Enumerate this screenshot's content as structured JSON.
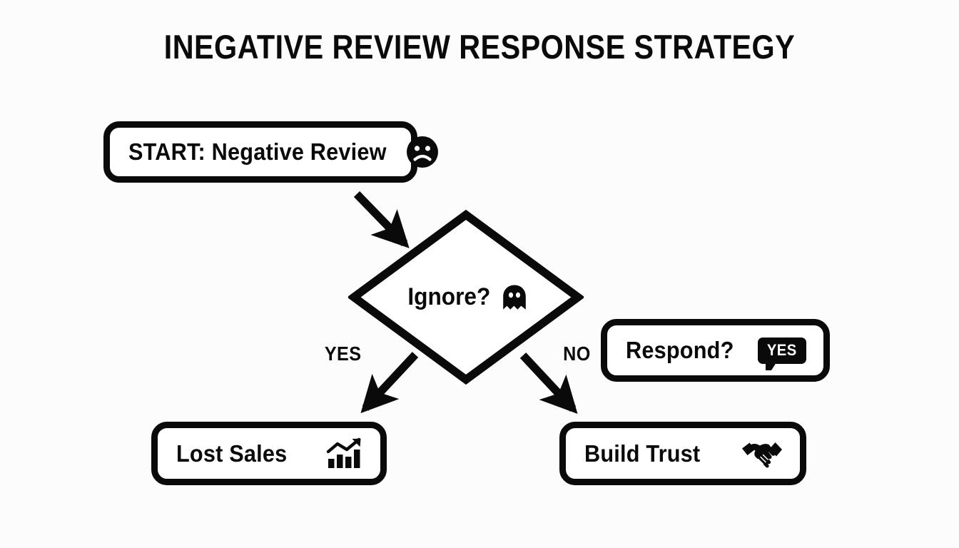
{
  "title": "INEGATIVE REVIEW RESPONSE STRATEGY",
  "theme": {
    "background": "#fcfcfd",
    "stroke": "#0a0a0a",
    "node_fill": "#ffffff",
    "badge_text": "#ffffff"
  },
  "nodes": {
    "start": {
      "label": "START: Negative Review",
      "icon": "frowning-face-icon",
      "shape": "rounded-rectangle"
    },
    "decision": {
      "label": "Ignore?",
      "icon": "ghost-icon",
      "shape": "diamond"
    },
    "lost_sales": {
      "label": "Lost Sales",
      "icon": "chart-increasing-icon",
      "shape": "rounded-rectangle"
    },
    "build_trust": {
      "label": "Build Trust",
      "icon": "handshake-icon",
      "shape": "rounded-rectangle"
    },
    "respond": {
      "label": "Respond?",
      "icon": "speech-balloon-yes-icon",
      "badge_text": "YES",
      "shape": "rounded-rectangle"
    }
  },
  "edges": [
    {
      "from": "start",
      "to": "decision",
      "label": ""
    },
    {
      "from": "decision",
      "to": "lost_sales",
      "label": "YES"
    },
    {
      "from": "decision",
      "to": "build_trust",
      "label": "NO"
    }
  ],
  "edge_labels": {
    "yes": "YES",
    "no": "NO"
  }
}
